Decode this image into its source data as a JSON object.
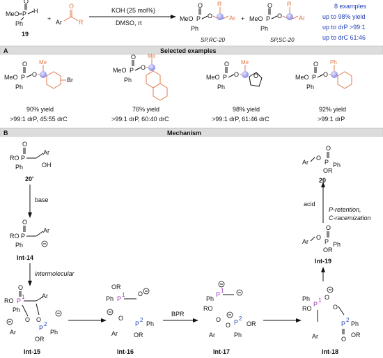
{
  "top": {
    "reagent": "19",
    "conditions_line1": "KOH (25 mol%)",
    "conditions_line2": "DMSO, rt",
    "product1": "SP,RC-20",
    "product2": "SP,SC-20",
    "summary": [
      "8 examples",
      "up to 98% yield",
      "up to drP >99:1",
      "up to drC 61:46"
    ]
  },
  "sections": {
    "a_letter": "A",
    "a_title": "Selected examples",
    "b_letter": "B",
    "b_title": "Mechanism"
  },
  "examples": [
    {
      "yield": "90% yield",
      "dr": ">99:1 drP, 45:55 drC",
      "subst": "Br"
    },
    {
      "yield": "76% yield",
      "dr": ">99:1 drP, 60:40 drC",
      "subst": ""
    },
    {
      "yield": "98% yield",
      "dr": ">99:1 drP, 61:46 drC",
      "subst": ""
    },
    {
      "yield": "92% yield",
      "dr": ">99:1 drP",
      "subst": ""
    }
  ],
  "mechanism": {
    "start": "20'",
    "step_base": "base",
    "int14": "Int-14",
    "intermolecular": "intermolecular",
    "int15": "Int-15",
    "int16": "Int-16",
    "bpr": "BPR",
    "int17": "Int-17",
    "int18": "Int-18",
    "int19": "Int-19",
    "p_retention": "P-retention,",
    "c_racemization": "C-racemization",
    "acid": "acid",
    "product": "20"
  },
  "colors": {
    "blue_text": "#1f3fb8",
    "orange": "#e07a4a",
    "purple_P": "#9b30b8",
    "blue_P": "#1f3fb8",
    "section_bar": "#dcdcdc"
  }
}
